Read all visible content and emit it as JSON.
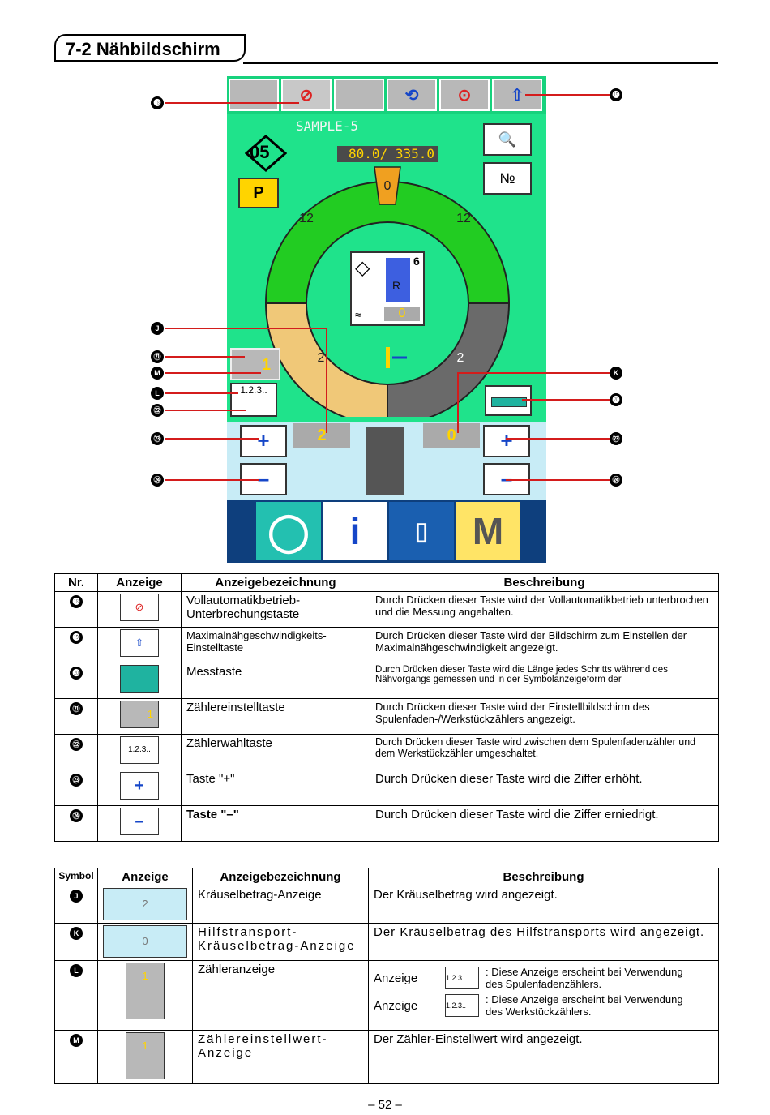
{
  "header": {
    "title": "7-2 Nähbildschirm"
  },
  "screen": {
    "pattern_name": "SAMPLE-5",
    "pattern_number": "05",
    "speed_display": "80.0/ 335.0",
    "ring_labels": {
      "top": "0",
      "left_top": "12",
      "right_top": "12",
      "left_bottom": "2",
      "right_bottom": "2"
    },
    "center_value": "0",
    "center_r": "R",
    "center_six": "6",
    "counter_value": "1",
    "counter_select_label": "1.2.3..",
    "gather_left": "2",
    "gather_right": "0",
    "p_button": "P",
    "m_button": "M",
    "i_button": "i"
  },
  "callouts": {
    "n18": "⓲",
    "n19": "⓳",
    "n20": "⓴",
    "n21": "㉑",
    "n22": "㉒",
    "n23": "㉓",
    "n24": "㉔",
    "J": "J",
    "K": "K",
    "L": "L",
    "M": "M"
  },
  "table1": {
    "headers": [
      "Nr.",
      "Anzeige",
      "Anzeigebezeichnung",
      "Beschreibung"
    ],
    "rows": [
      {
        "nr": "⓲",
        "name": "Vollautomatikbetrieb-Unterbrechungstaste",
        "desc": "Durch Drücken dieser Taste wird der Vollautomatikbetrieb unterbrochen und die Messung angehalten."
      },
      {
        "nr": "⓳",
        "name": "Maximalnähgeschwindigkeits-Einstelltaste",
        "desc": "Durch Drücken dieser Taste wird der Bildschirm zum Einstellen der Maximalnähgeschwindigkeit angezeigt."
      },
      {
        "nr": "⓴",
        "name": "Messtaste",
        "desc": "Durch Drücken dieser Taste wird die Länge jedes Schritts während des Nähvorgangs gemessen und in der Symbolanzeigeform der"
      },
      {
        "nr": "㉑",
        "name": "Zählereinstelltaste",
        "desc": "Durch Drücken dieser Taste wird der Einstellbildschirm des Spulenfaden-/Werkstückzählers angezeigt."
      },
      {
        "nr": "㉒",
        "name": "Zählerwahltaste",
        "desc": "Durch Drücken dieser Taste wird zwischen dem Spulenfadenzähler und dem Werkstückzähler umgeschaltet."
      },
      {
        "nr": "㉓",
        "name": "Taste \"+\"",
        "desc": "Durch Drücken dieser Taste wird die Ziffer erhöht."
      },
      {
        "nr": "㉔",
        "name": "Taste \"–\"",
        "desc": "Durch Drücken dieser Taste wird die Ziffer erniedrigt."
      }
    ]
  },
  "table2": {
    "headers": [
      "Symbol",
      "Anzeige",
      "Anzeigebezeichnung",
      "Beschreibung"
    ],
    "rows": [
      {
        "nr": "J",
        "name": "Kräuselbetrag-Anzeige",
        "desc": "Der Kräuselbetrag wird angezeigt."
      },
      {
        "nr": "K",
        "name": "Hilfstransport-Kräuselbetrag-Anzeige",
        "desc": "Der Kräuselbetrag des Hilfstransports wird angezeigt."
      },
      {
        "nr": "L",
        "name": "Zähleranzeige",
        "desc_a_label": "Anzeige",
        "desc_a": ": Diese Anzeige erscheint bei Verwendung des Spulenfadenzählers.",
        "desc_b_label": "Anzeige",
        "desc_b": ": Diese Anzeige erscheint bei Verwendung des Werkstückzählers."
      },
      {
        "nr": "M",
        "name": "Zählereinstellwert-Anzeige",
        "desc": "Der Zähler-Einstellwert wird angezeigt."
      }
    ]
  },
  "footer": {
    "page": "– 52 –"
  },
  "colors": {
    "screen_bg": "#1fe38b",
    "ring_green": "#22cc22",
    "ring_tan": "#f0c878",
    "ring_gray": "#6a6a6a",
    "callout_red": "#d41c1c"
  }
}
